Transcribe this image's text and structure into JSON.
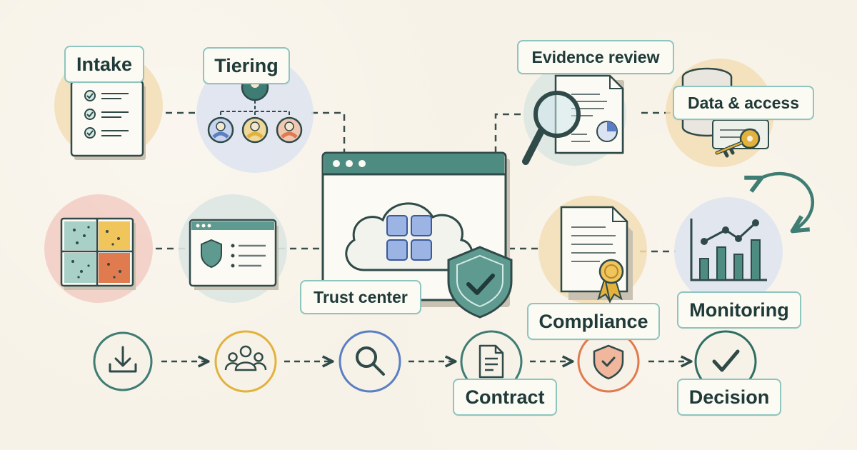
{
  "labels": {
    "intake": "Intake",
    "tiering": "Tiering",
    "evidence_review": "Evidence review",
    "data_access": "Data & access",
    "trust_center": "Trust center",
    "compliance": "Compliance",
    "monitoring": "Monitoring",
    "contract": "Contract",
    "decision": "Decision"
  },
  "colors": {
    "background": "#f7f2e7",
    "ink": "#2f4a48",
    "teal": "#3f7d74",
    "label_border": "#8ec5be",
    "yellow": "#e2b23c",
    "blue": "#5a7fc3",
    "orange": "#e07a4f",
    "green": "#2f6e62"
  },
  "icons": {
    "intake": "checklist-icon",
    "tiering": "org-chart-icon",
    "evidence_review": "magnifier-document-icon",
    "data_access": "database-key-icon",
    "risk_matrix": "risk-heatmap-icon",
    "security_page": "browser-shield-icon",
    "trust_center": "cloud-browser-shield-icon",
    "compliance": "certificate-ribbon-icon",
    "monitoring": "bar-line-chart-icon",
    "cycle": "circular-arrow-icon",
    "flow_steps": [
      "download-icon",
      "people-icon",
      "search-icon",
      "document-icon",
      "shield-check-icon",
      "checkmark-icon"
    ]
  }
}
